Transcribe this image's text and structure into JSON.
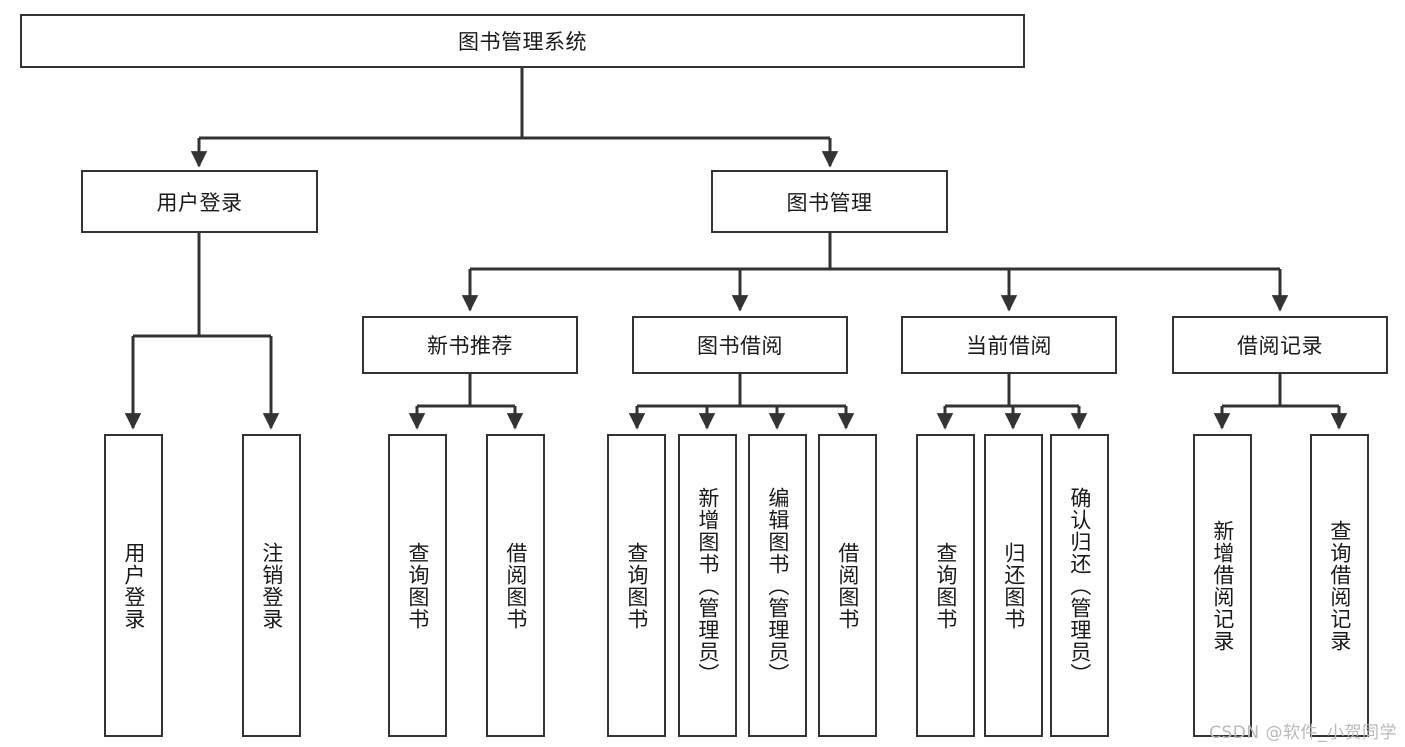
{
  "diagram": {
    "title": "图书管理系统",
    "type": "tree",
    "watermark": "CSDN @软件_小贺同学",
    "accent_color": "#333333",
    "background_color": "#ffffff",
    "root": {
      "label": "图书管理系统"
    },
    "level2": [
      {
        "label": "用户登录"
      },
      {
        "label": "图书管理"
      }
    ],
    "level3": [
      {
        "label": "新书推荐"
      },
      {
        "label": "图书借阅"
      },
      {
        "label": "当前借阅"
      },
      {
        "label": "借阅记录"
      }
    ],
    "leaves": {
      "user_login": [
        {
          "label": "用户登录"
        },
        {
          "label": "注销登录"
        }
      ],
      "new_book_recommend": [
        {
          "label": "查询图书"
        },
        {
          "label": "借阅图书"
        }
      ],
      "book_borrow": [
        {
          "label": "查询图书"
        },
        {
          "label": "新增图书（管理员）"
        },
        {
          "label": "编辑图书（管理员）"
        },
        {
          "label": "借阅图书"
        }
      ],
      "current_borrow": [
        {
          "label": "查询图书"
        },
        {
          "label": "归还图书"
        },
        {
          "label": "确认归还（管理员）"
        }
      ],
      "borrow_record": [
        {
          "label": "新增借阅记录"
        },
        {
          "label": "查询借阅记录"
        }
      ]
    }
  }
}
